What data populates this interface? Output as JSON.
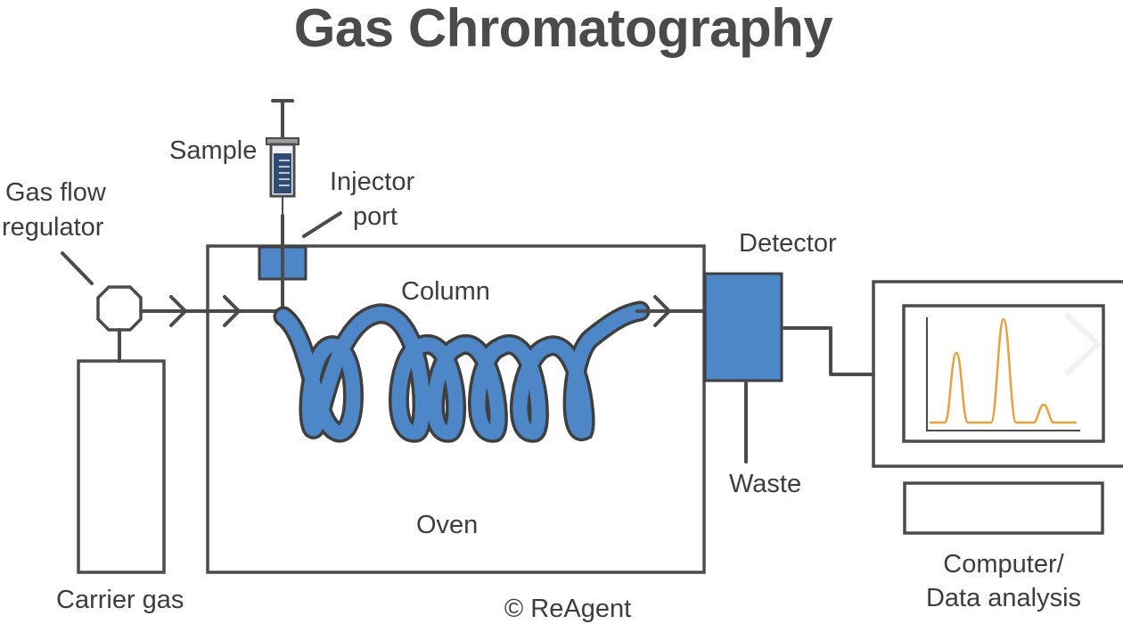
{
  "title": "Gas Chromatography",
  "labels": {
    "sample": "Sample",
    "injector_line1": "Injector",
    "injector_line2": "port",
    "gas_flow_line1": "Gas flow",
    "gas_flow_line2": "regulator",
    "detector": "Detector",
    "column": "Column",
    "waste": "Waste",
    "oven": "Oven",
    "carrier_gas": "Carrier gas",
    "computer_line1": "Computer/",
    "computer_line2": "Data analysis",
    "copyright": "© ReAgent"
  },
  "colors": {
    "line": "#4b4b4b",
    "component_blue": "#4d87c7",
    "signal": "#e8a13c"
  }
}
